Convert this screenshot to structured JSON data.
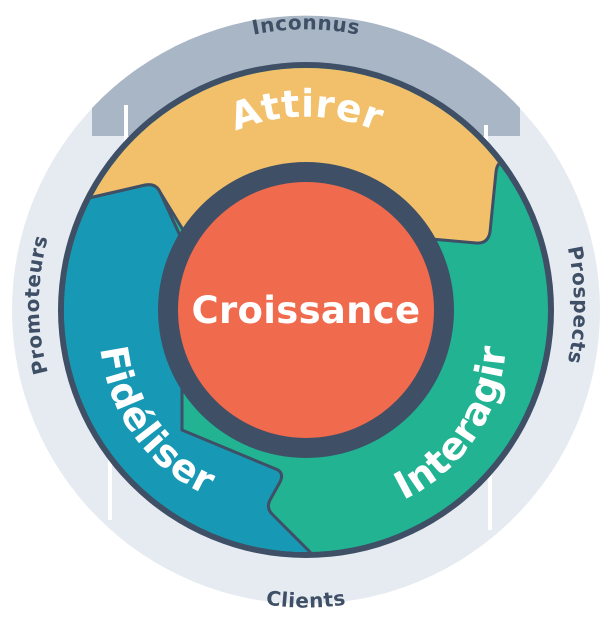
{
  "outer_ring": {
    "top": "Inconnus",
    "right": "Prospects",
    "bottom": "Clients",
    "left": "Promoteurs"
  },
  "segments": {
    "attract": "Attirer",
    "engage": "Interagir",
    "delight": "Fidéliser"
  },
  "center": "Croissance",
  "colors": {
    "outer_ring": "#e6ebf2",
    "outer_top_band": "#a9b6c6",
    "dark_ring": "#3e4f66",
    "attract": "#f2c06b",
    "engage": "#22b393",
    "delight": "#1799b6",
    "center": "#f06a4d",
    "text_dark": "#3e4f66",
    "text_light": "#ffffff"
  }
}
